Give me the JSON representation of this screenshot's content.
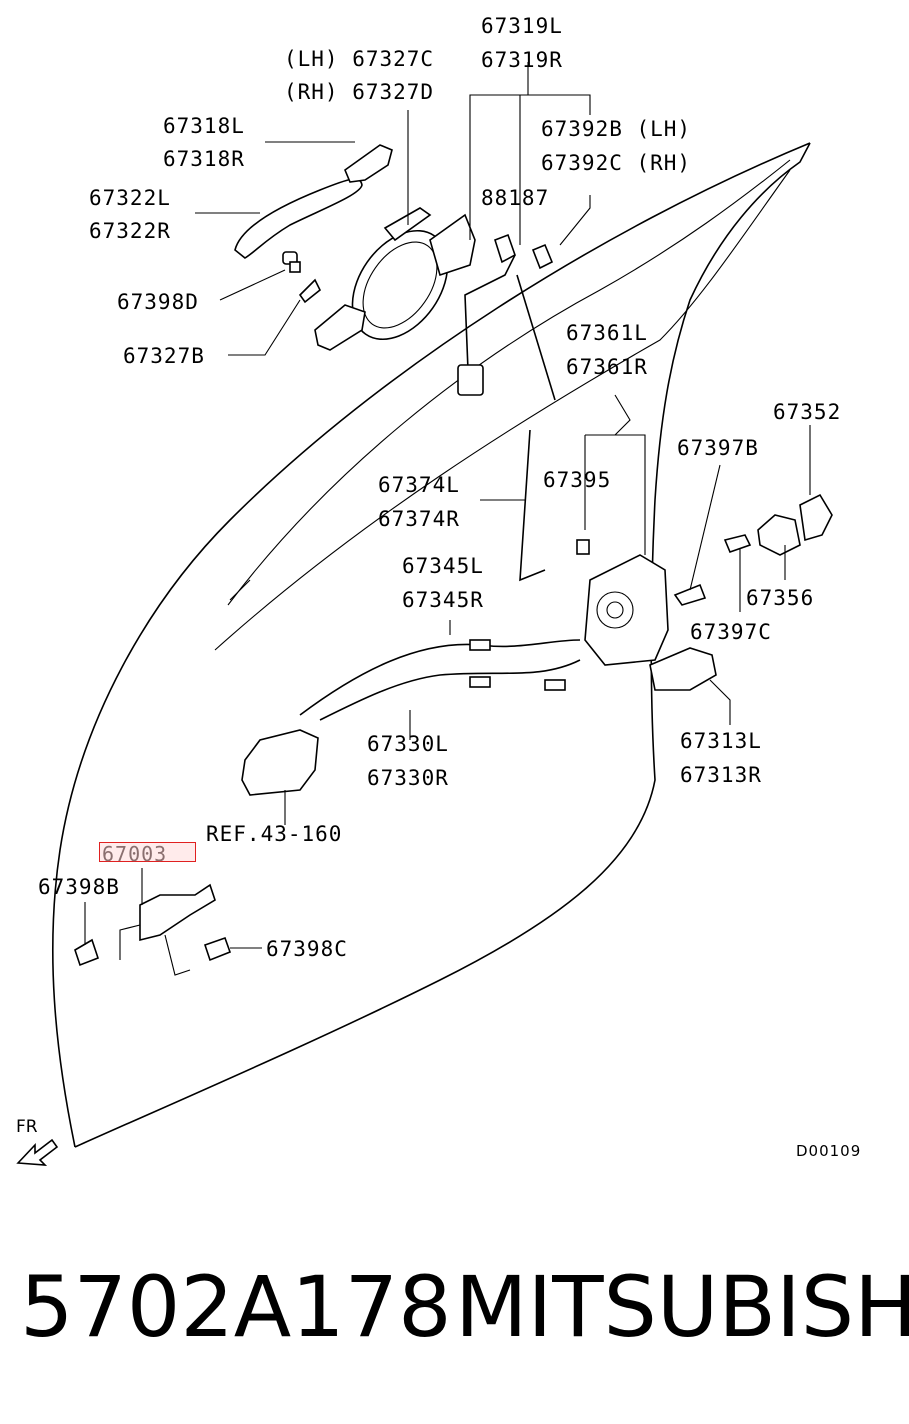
{
  "parts": [
    {
      "id": "p67319L",
      "text": "67319L"
    },
    {
      "id": "p67319R",
      "text": "67319R"
    },
    {
      "id": "p67327C",
      "text": "(LH) 67327C"
    },
    {
      "id": "p67327D",
      "text": "(RH) 67327D"
    },
    {
      "id": "p67392B",
      "text": "67392B (LH)"
    },
    {
      "id": "p67392C",
      "text": "67392C (RH)"
    },
    {
      "id": "p67318L",
      "text": "67318L"
    },
    {
      "id": "p67318R",
      "text": "67318R"
    },
    {
      "id": "p67322L",
      "text": "67322L"
    },
    {
      "id": "p67322R",
      "text": "67322R"
    },
    {
      "id": "p88187",
      "text": "88187"
    },
    {
      "id": "p67398D",
      "text": "67398D"
    },
    {
      "id": "p67327B",
      "text": "67327B"
    },
    {
      "id": "p67361L",
      "text": "67361L"
    },
    {
      "id": "p67361R",
      "text": "67361R"
    },
    {
      "id": "p67352",
      "text": "67352"
    },
    {
      "id": "p67397B",
      "text": "67397B"
    },
    {
      "id": "p67395",
      "text": "67395"
    },
    {
      "id": "p67374L",
      "text": "67374L"
    },
    {
      "id": "p67374R",
      "text": "67374R"
    },
    {
      "id": "p67356",
      "text": "67356"
    },
    {
      "id": "p67345L",
      "text": "67345L"
    },
    {
      "id": "p67345R",
      "text": "67345R"
    },
    {
      "id": "p67397C",
      "text": "67397C"
    },
    {
      "id": "p67313L",
      "text": "67313L"
    },
    {
      "id": "p67313R",
      "text": "67313R"
    },
    {
      "id": "p67330L",
      "text": "67330L"
    },
    {
      "id": "p67330R",
      "text": "67330R"
    },
    {
      "id": "pREF",
      "text": "REF.43-160"
    },
    {
      "id": "p67398B",
      "text": "67398B"
    },
    {
      "id": "p67398C",
      "text": "67398C"
    }
  ],
  "highlighted_part": "67003",
  "diagram_code": "D00109",
  "direction_label": "FR",
  "footer": {
    "part_number": "5702A178",
    "brand": "MITSUBISHI"
  },
  "colors": {
    "highlight_border": "#e02020",
    "highlight_fill": "#ffd2d2",
    "ink": "#000000"
  }
}
